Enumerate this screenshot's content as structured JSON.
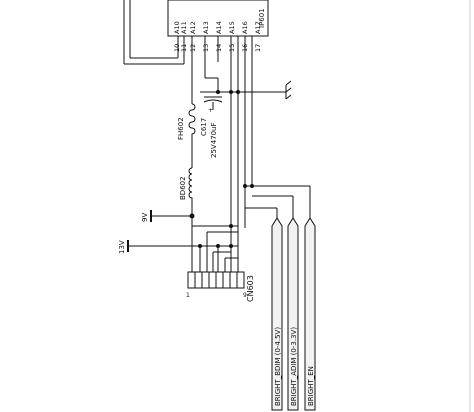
{
  "ic": {
    "ref": "IP601",
    "pins": [
      {
        "num": "10",
        "name": "A10"
      },
      {
        "num": "11",
        "name": "A11"
      },
      {
        "num": "12",
        "name": "A12"
      },
      {
        "num": "13",
        "name": "A13"
      },
      {
        "num": "14",
        "name": "A14"
      },
      {
        "num": "15",
        "name": "A15"
      },
      {
        "num": "16",
        "name": "A16"
      },
      {
        "num": "17",
        "name": "A17"
      }
    ]
  },
  "components": {
    "fuse_ref": "FH602",
    "cap_ref": "C617",
    "cap_value": "25V470uF",
    "bead_ref": "BD602"
  },
  "power": {
    "rail_9v": "9V",
    "rail_13v": "13V"
  },
  "connector": {
    "ref": "CN603",
    "pin_first": "1",
    "pin_last": "9"
  },
  "signals": [
    "BRIGHT_BDIM (0-4.5V)",
    "BRIGHT_ADIM (0-3.3V)",
    "BRIGHT_EN"
  ],
  "colors": {
    "line": "#111111",
    "tag_fill": "#f2f2f2"
  }
}
